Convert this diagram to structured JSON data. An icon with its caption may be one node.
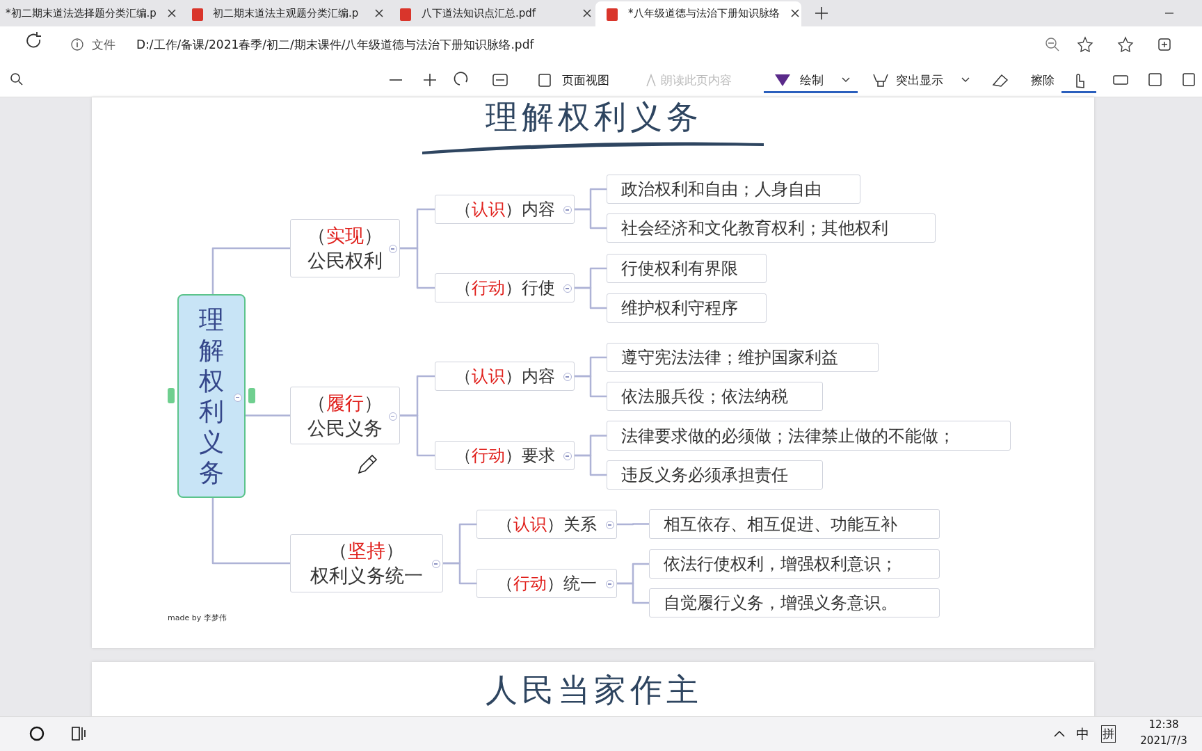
{
  "diagram": {
    "title": "理解权利义务",
    "nodes": [
      {
        "text": [
          "理解权利义务"
        ]
      },
      {
        "text": [
          "（**实现**）",
          "公民权利"
        ]
      },
      {
        "text": [
          "（**认识**）内容"
        ]
      },
      {
        "text": [
          "政治权利和自由；人身自由"
        ]
      },
      {
        "text": [
          "社会经济和文化教育权利；其他权利"
        ]
      },
      {
        "text": [
          "（**行动**）行使"
        ]
      },
      {
        "text": [
          "行使权利有界限"
        ]
      },
      {
        "text": [
          "维护权利守程序"
        ]
      },
      {
        "text": [
          "（**履行**）",
          "公民义务"
        ]
      },
      {
        "text": [
          "（**认识**）内容"
        ]
      },
      {
        "text": [
          "遵守宪法法律；维护国家利益"
        ]
      },
      {
        "text": [
          "依法服兵役；依法纳税"
        ]
      },
      {
        "text": [
          "（**行动**）要求"
        ]
      },
      {
        "text": [
          "法律要求做的必须做；法律禁止做的不能做；"
        ]
      },
      {
        "text": [
          "违反义务必须承担责任"
        ]
      },
      {
        "text": [
          "（**坚持**）",
          "权利义务统一"
        ]
      },
      {
        "text": [
          "（**认识**）关系"
        ]
      },
      {
        "text": [
          "相互依存、相互促进、功能互补"
        ]
      },
      {
        "text": [
          "（**行动**）统一"
        ]
      },
      {
        "text": [
          "依法行使权利，增强权利意识；"
        ]
      },
      {
        "text": [
          "自觉履行义务，增强义务意识。"
        ]
      }
    ],
    "edges": [
      {
        "from": 0,
        "to": 1,
        "arrow": "none"
      },
      {
        "from": 1,
        "to": 2,
        "arrow": "none"
      },
      {
        "from": 2,
        "to": 3,
        "arrow": "none"
      },
      {
        "from": 2,
        "to": 4,
        "arrow": "none"
      },
      {
        "from": 1,
        "to": 5,
        "arrow": "none"
      },
      {
        "from": 5,
        "to": 6,
        "arrow": "none"
      },
      {
        "from": 5,
        "to": 7,
        "arrow": "none"
      },
      {
        "from": 0,
        "to": 8,
        "arrow": "none"
      },
      {
        "from": 8,
        "to": 9,
        "arrow": "none"
      },
      {
        "from": 9,
        "to": 10,
        "arrow": "none"
      },
      {
        "from": 9,
        "to": 11,
        "arrow": "none"
      },
      {
        "from": 8,
        "to": 12,
        "arrow": "none"
      },
      {
        "from": 12,
        "to": 13,
        "arrow": "none"
      },
      {
        "from": 12,
        "to": 14,
        "arrow": "none"
      },
      {
        "from": 0,
        "to": 15,
        "arrow": "none"
      },
      {
        "from": 15,
        "to": 16,
        "arrow": "none"
      },
      {
        "from": 16,
        "to": 17,
        "arrow": "none"
      },
      {
        "from": 15,
        "to": 18,
        "arrow": "none"
      },
      {
        "from": 18,
        "to": 19,
        "arrow": "none"
      },
      {
        "from": 18,
        "to": 20,
        "arrow": "none"
      }
    ],
    "labels": [
      "*初二期末道法选择题分类汇编.p",
      "初二期末道法主观题分类汇编.p",
      "八下道法知识点汇总.pdf",
      "*八年级道德与法治下册知识脉络",
      "文件",
      "D:/工作/备课/2021春季/初二/期末课件/八年级道德与法治下册知识脉络.pdf",
      "页面视图",
      "朗读此页内容",
      "绘制",
      "突出显示",
      "擦除",
      "made by 李梦伟",
      "人民当家作主",
      "中",
      "拼",
      "12:38",
      "2021/7/3"
    ]
  }
}
